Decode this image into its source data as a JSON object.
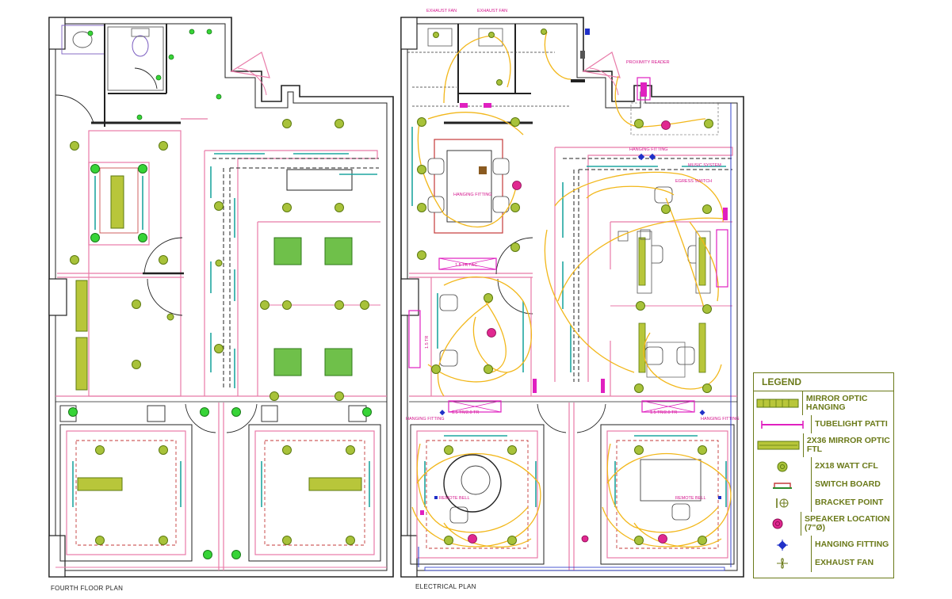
{
  "captions": {
    "fourth_floor": "FOURTH FLOOR PLAN",
    "electrical": "ELECTRICAL PLAN"
  },
  "plan_labels": {
    "exhaust_fan_1": "EXHAUST FAN",
    "exhaust_fan_2": "EXHAUST FAN",
    "proximity_reader": "PROXIMITY READER",
    "hanging_fitting_top": "HANGING FITTING",
    "hanging_fitting_meeting": "HANGING FITTING",
    "hanging_fitting_left": "HANGING FITTING",
    "hanging_fitting_right": "HANGING FITTING",
    "music_system": "MUSIC SYSTEM",
    "egress_switch": "EGRESS SWITCH",
    "ac_left": "1.5 TR / AC",
    "ac_bottom_left": "1.5 TR/2.0 TR",
    "ac_bottom_right": "1.5 TR/2.0 TR",
    "ac_vertical": "1.5 TR",
    "remote_bell_1": "REMOTE BELL",
    "remote_bell_2": "REMOTE BELL"
  },
  "legend": {
    "title": "LEGEND",
    "items": [
      {
        "icon": "mirror-optic-hanging-icon",
        "label": "MIRROR OPTIC HANGING"
      },
      {
        "icon": "tubelight-patti-icon",
        "label": "TUBELIGHT PATTI"
      },
      {
        "icon": "mirror-optic-ftl-icon",
        "label": "2X36 MIRROR OPTIC FTL"
      },
      {
        "icon": "cfl-icon",
        "label": "2X18 WATT CFL"
      },
      {
        "icon": "switch-board-icon",
        "label": "SWITCH BOARD"
      },
      {
        "icon": "bracket-point-icon",
        "label": "BRACKET POINT"
      },
      {
        "icon": "speaker-icon",
        "label": "SPEAKER LOCATION (7\"Ø)"
      },
      {
        "icon": "hanging-fitting-icon",
        "label": "HANGING FITTING"
      },
      {
        "icon": "exhaust-fan-icon",
        "label": "EXHAUST FAN"
      }
    ]
  },
  "colors": {
    "wall": "#222222",
    "partition": "#e87aa8",
    "tubelight": "#1fa6a0",
    "cfl_fill": "#a8c23a",
    "cfl_ring": "#5d7a10",
    "green_light": "#37d437",
    "wiring": "#f2b71a",
    "speaker": "#c2127a",
    "magenta": "#e020c0",
    "blue": "#2030c8",
    "legend_text": "#6b7a1a"
  }
}
